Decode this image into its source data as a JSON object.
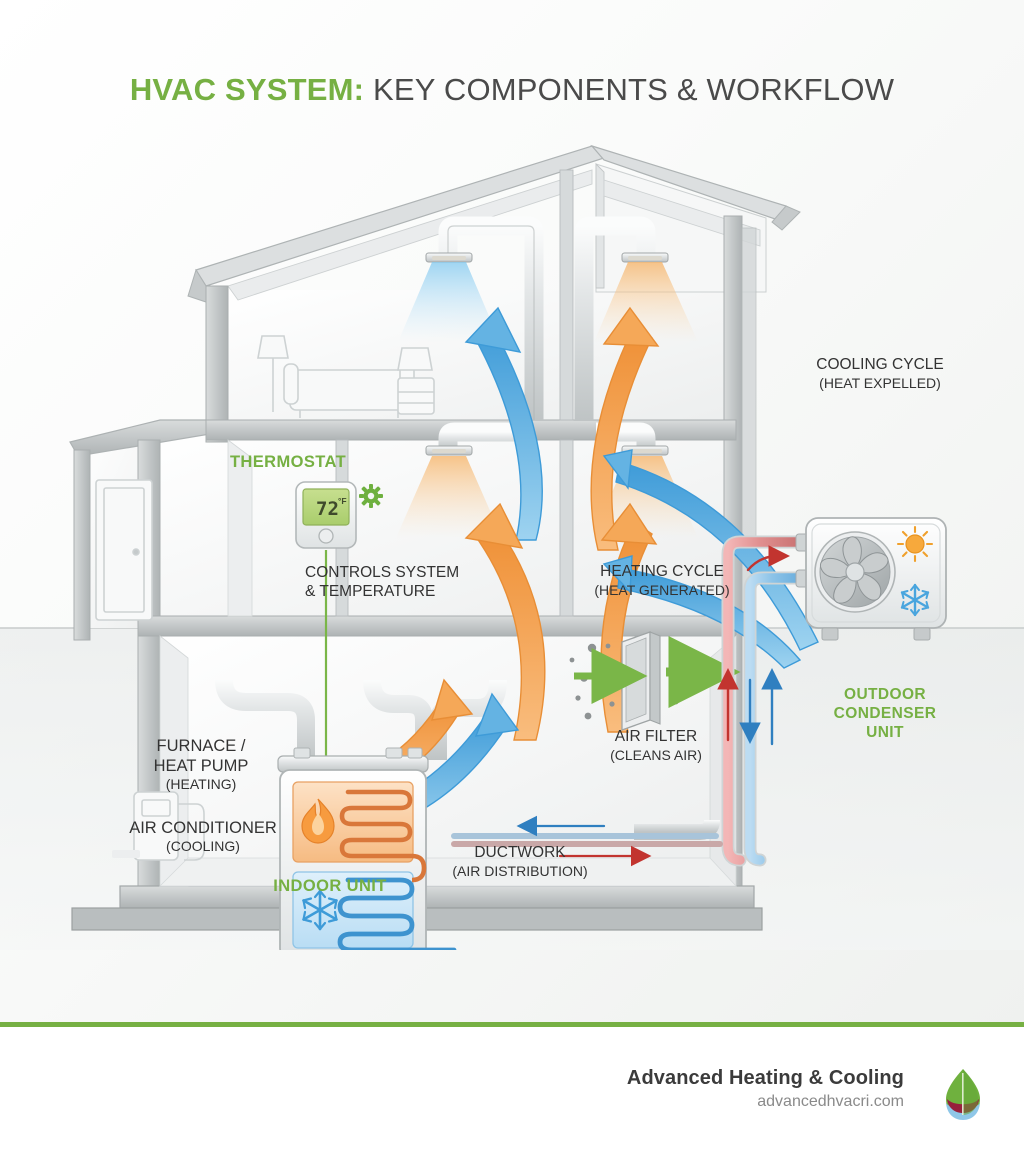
{
  "title": {
    "accent_text": "HVAC SYSTEM:",
    "rest_text": " KEY COMPONENTS & WORKFLOW",
    "accent_color": "#76b043",
    "rest_color": "#4a4a4a"
  },
  "colors": {
    "brand_green": "#76b043",
    "heating_orange": "#f29440",
    "cooling_blue": "#4aa3dc",
    "refrigerant_hot": "#cf3a3a",
    "refrigerant_cold": "#3a8fd0",
    "structure_gray": "#b9bdbe",
    "structure_fill": "#f3f5f5",
    "text_dark": "#333333"
  },
  "labels": {
    "thermostat": {
      "title": "THERMOSTAT",
      "note_line1": "CONTROLS SYSTEM",
      "note_line2": "& TEMPERATURE",
      "display_value": "72",
      "display_unit": "°F"
    },
    "cooling_cycle": {
      "line1": "COOLING CYCLE",
      "line2": "(HEAT EXPELLED)"
    },
    "heating_cycle": {
      "line1": "HEATING CYCLE",
      "line2": "(HEAT GENERATED)"
    },
    "outdoor_unit": {
      "line1": "OUTDOOR",
      "line2": "CONDENSER",
      "line3": "UNIT"
    },
    "indoor_unit": {
      "title": "INDOOR UNIT"
    },
    "furnace": {
      "line1": "FURNACE /",
      "line2": "HEAT PUMP",
      "line3": "(HEATING)"
    },
    "air_conditioner": {
      "line1": "AIR CONDITIONER",
      "line2": "(COOLING)"
    },
    "air_filter": {
      "line1": "AIR FILTER",
      "line2": "(CLEANS AIR)"
    },
    "ductwork": {
      "line1": "DUCTWORK",
      "line2": "(AIR DISTRIBUTION)"
    }
  },
  "icons": {
    "gear": "gear-icon",
    "flame": "flame-icon",
    "snowflake": "snowflake-icon",
    "sun": "sun-icon",
    "fan": "fan-icon",
    "filter": "air-filter-icon",
    "leaf_logo": "leaf-logo-icon"
  },
  "footer": {
    "company": "Advanced Heating & Cooling",
    "website": "advancedhvacri.com"
  }
}
